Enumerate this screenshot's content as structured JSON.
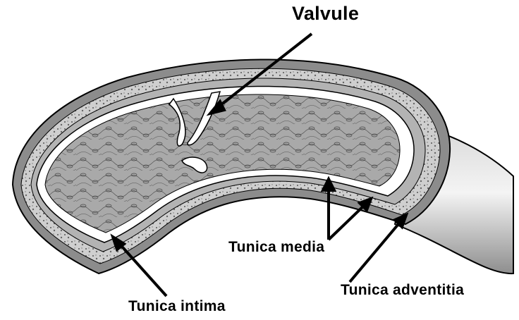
{
  "labels": {
    "valvule": "Valvule",
    "tunica_media": "Tunica media",
    "tunica_adventitia": "Tunica adventitia",
    "tunica_intima": "Tunica intima"
  },
  "colors": {
    "outer_layer": "#8c8c8c",
    "adventitia": "#c9c9c9",
    "media": "#b3b3b3",
    "intima": "#ffffff",
    "lumen": "#a9a9a9",
    "vessel_end": "#9a9a9a",
    "outline": "#000000"
  }
}
